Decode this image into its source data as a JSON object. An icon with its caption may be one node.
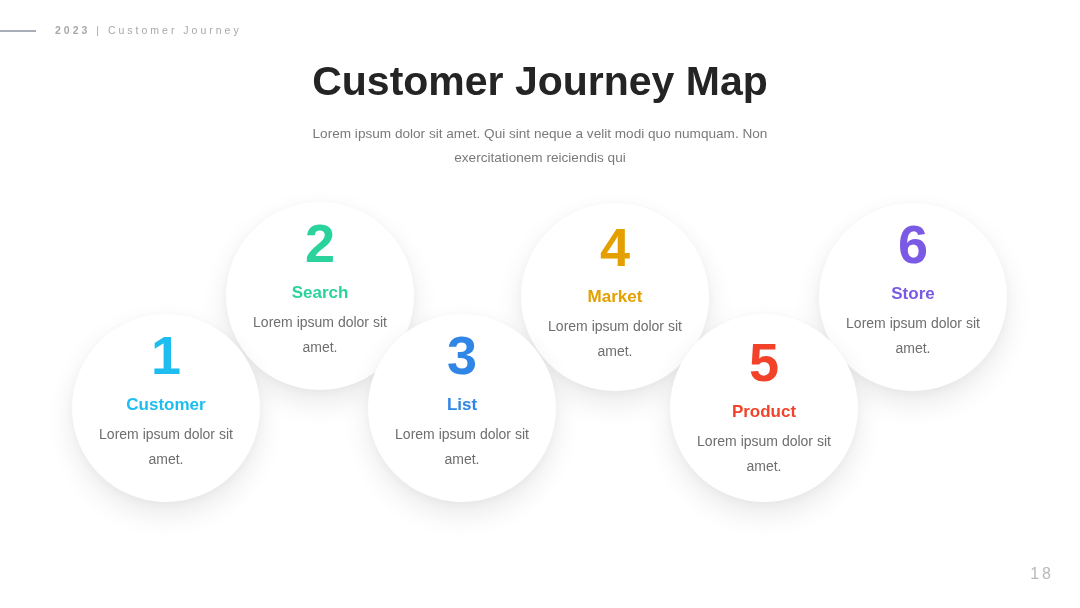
{
  "diagram": {
    "title": "Customer Journey Map",
    "nodes": [
      {
        "text": [
          "1",
          "Customer",
          "Lorem ipsum dolor sit amet."
        ]
      },
      {
        "text": [
          "2",
          "Search",
          "Lorem ipsum dolor sit amet."
        ]
      },
      {
        "text": [
          "3",
          "List",
          "Lorem ipsum dolor sit amet."
        ]
      },
      {
        "text": [
          "4",
          "Market",
          "Lorem ipsum dolor sit amet."
        ]
      },
      {
        "text": [
          "5",
          "Product",
          "Lorem ipsum dolor sit amet."
        ]
      },
      {
        "text": [
          "6",
          "Store",
          "Lorem ipsum dolor sit amet."
        ]
      }
    ],
    "labels": [
      "**2023** | Customer Journey",
      "Lorem ipsum dolor sit amet. Qui sint neque a velit modi quo numquam. Non exercitationem reiciendis qui",
      "18"
    ]
  }
}
